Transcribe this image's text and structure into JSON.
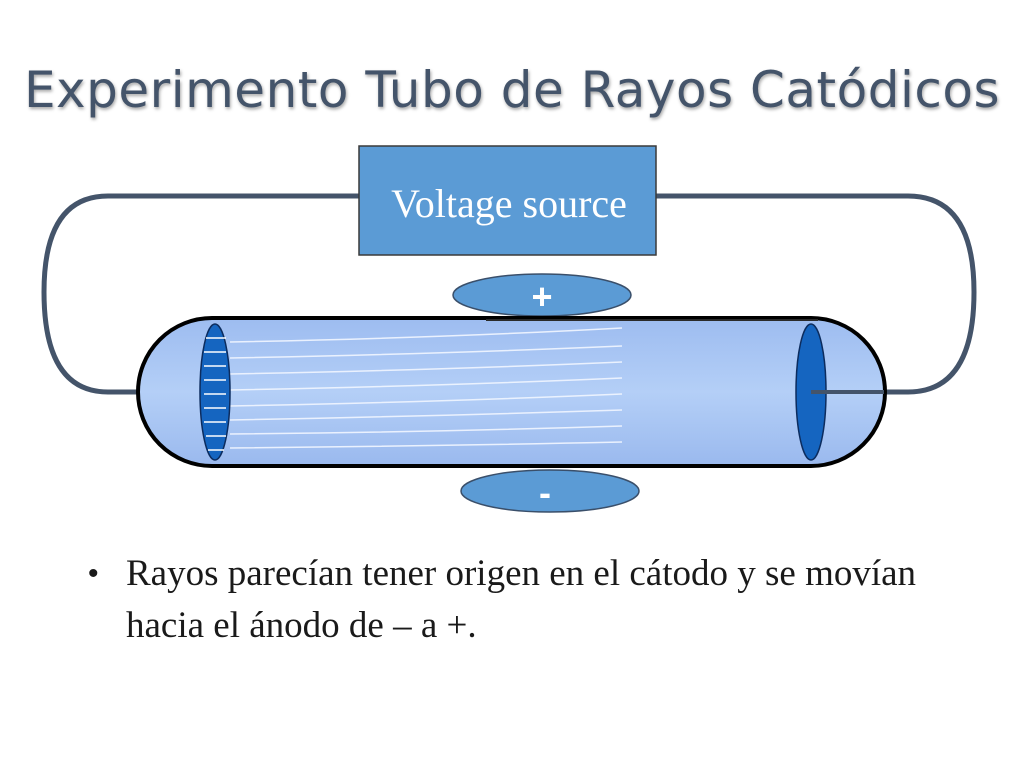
{
  "title": "Experimento Tubo de Rayos Catódicos",
  "diagram": {
    "voltage_label": "Voltage source",
    "plus_label": "+",
    "minus_label": "-"
  },
  "colors": {
    "title": "#44546a",
    "voltage_box": "#5b9bd5",
    "tube_fill": "#a6c4f4",
    "electrode": "#1565c0",
    "plate": "#5b9bd5",
    "wire": "#44546a"
  },
  "bullets": [
    "Rayos parecían tener origen en el cátodo y se movían hacia el ánodo de – a  +."
  ]
}
